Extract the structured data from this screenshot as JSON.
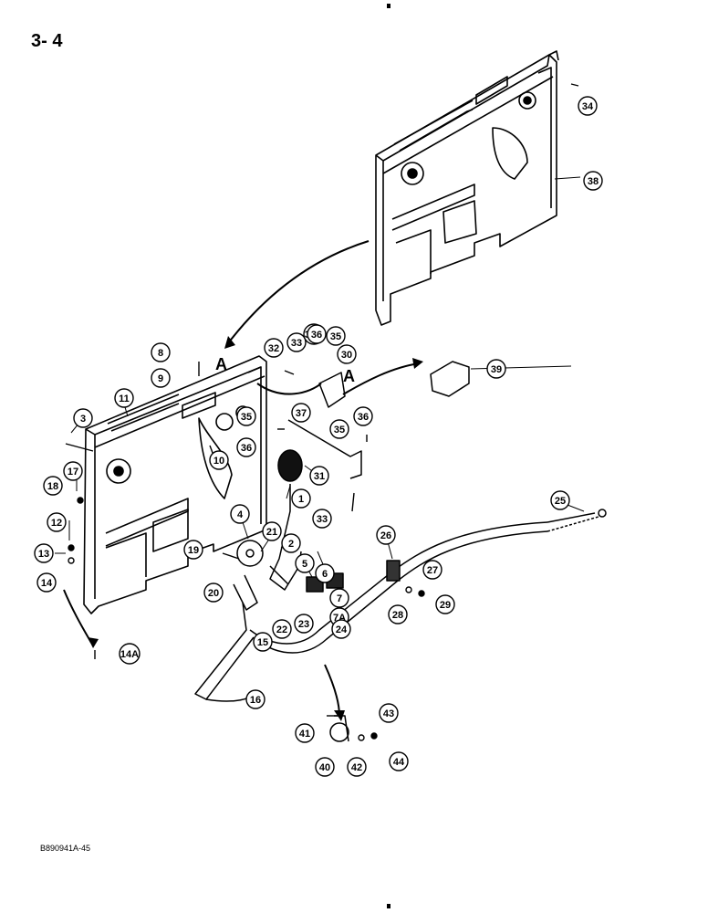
{
  "page": {
    "number": "3- 4",
    "figure_code": "B890941A-45"
  },
  "view_labels": [
    "A",
    "A"
  ],
  "callouts": [
    "1",
    "2",
    "3",
    "4",
    "5",
    "6",
    "7",
    "7A",
    "8",
    "9",
    "10",
    "11",
    "12",
    "13",
    "14",
    "14A",
    "15",
    "16",
    "17",
    "18",
    "19",
    "20",
    "21",
    "22",
    "23",
    "24",
    "25",
    "26",
    "27",
    "28",
    "29",
    "30",
    "31",
    "32",
    "33",
    "33",
    "34",
    "34A",
    "35",
    "35",
    "35",
    "36",
    "36",
    "36",
    "37",
    "38",
    "39",
    "40",
    "41",
    "42",
    "43",
    "44"
  ]
}
